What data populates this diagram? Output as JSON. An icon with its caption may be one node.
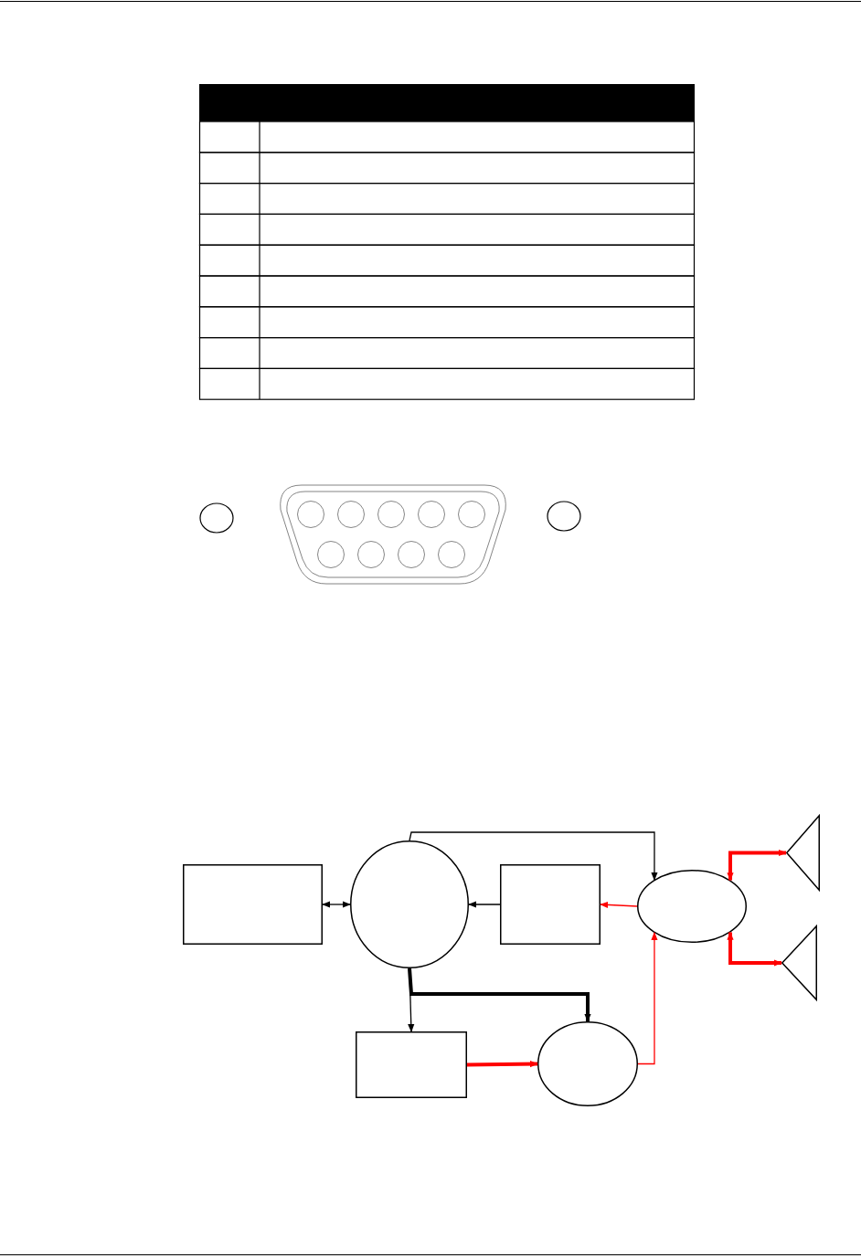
{
  "diagram": {
    "nodes": [
      {
        "text": [],
        "shape": "box"
      },
      {
        "text": [],
        "shape": "circle"
      },
      {
        "text": [],
        "shape": "box"
      },
      {
        "text": [],
        "shape": "ellipse"
      },
      {
        "text": [],
        "shape": "triangle"
      },
      {
        "text": [],
        "shape": "triangle"
      },
      {
        "text": [],
        "shape": "box"
      },
      {
        "text": [],
        "shape": "ellipse"
      }
    ],
    "edges": [
      {
        "from": 0,
        "to": 1,
        "arrow": "both"
      },
      {
        "from": 2,
        "to": 1,
        "arrow": "to"
      },
      {
        "from": 3,
        "to": 2,
        "arrow": "to",
        "color": "#ff0000"
      },
      {
        "from": 1,
        "to": 3,
        "arrow": "to"
      },
      {
        "from": 1,
        "to": 6,
        "arrow": "to"
      },
      {
        "from": 1,
        "to": 7,
        "arrow": "to",
        "style": "thick"
      },
      {
        "from": 6,
        "to": 7,
        "arrow": "to",
        "style": "thick",
        "color": "#ff0000"
      },
      {
        "from": 7,
        "to": 3,
        "arrow": "to",
        "color": "#ff0000"
      },
      {
        "from": 3,
        "to": 4,
        "arrow": "both",
        "style": "thick",
        "color": "#ff0000"
      },
      {
        "from": 3,
        "to": 5,
        "arrow": "both",
        "style": "thick",
        "color": "#ff0000"
      }
    ]
  }
}
